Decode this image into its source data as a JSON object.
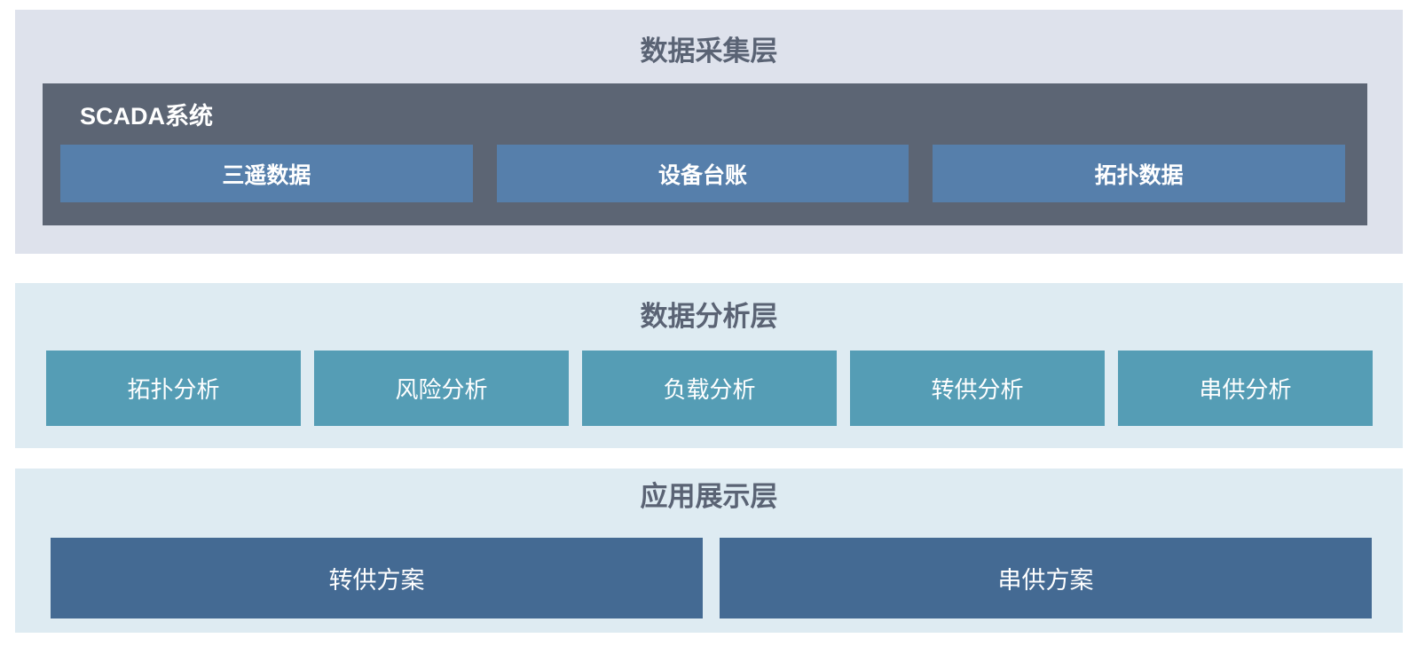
{
  "diagram": {
    "layers": [
      {
        "title": "数据采集层",
        "group": {
          "label": "SCADA系统",
          "items": [
            {
              "label": "三遥数据"
            },
            {
              "label": "设备台账"
            },
            {
              "label": "拓扑数据"
            }
          ]
        }
      },
      {
        "title": "数据分析层",
        "items": [
          {
            "label": "拓扑分析"
          },
          {
            "label": "风险分析"
          },
          {
            "label": "负载分析"
          },
          {
            "label": "转供分析"
          },
          {
            "label": "串供分析"
          }
        ]
      },
      {
        "title": "应用展示层",
        "items": [
          {
            "label": "转供方案"
          },
          {
            "label": "串供方案"
          }
        ]
      }
    ]
  },
  "colors": {
    "collection_layer_bg": "#dee2ec",
    "analysis_layer_bg": "#deebf2",
    "application_layer_bg": "#deebf2",
    "scada_group_bg": "#5c6574",
    "collection_box_bg": "#567fab",
    "analysis_box_bg": "#559db5",
    "application_box_bg": "#446a93",
    "title_text": "#5a6374",
    "box_text": "#ffffff"
  }
}
